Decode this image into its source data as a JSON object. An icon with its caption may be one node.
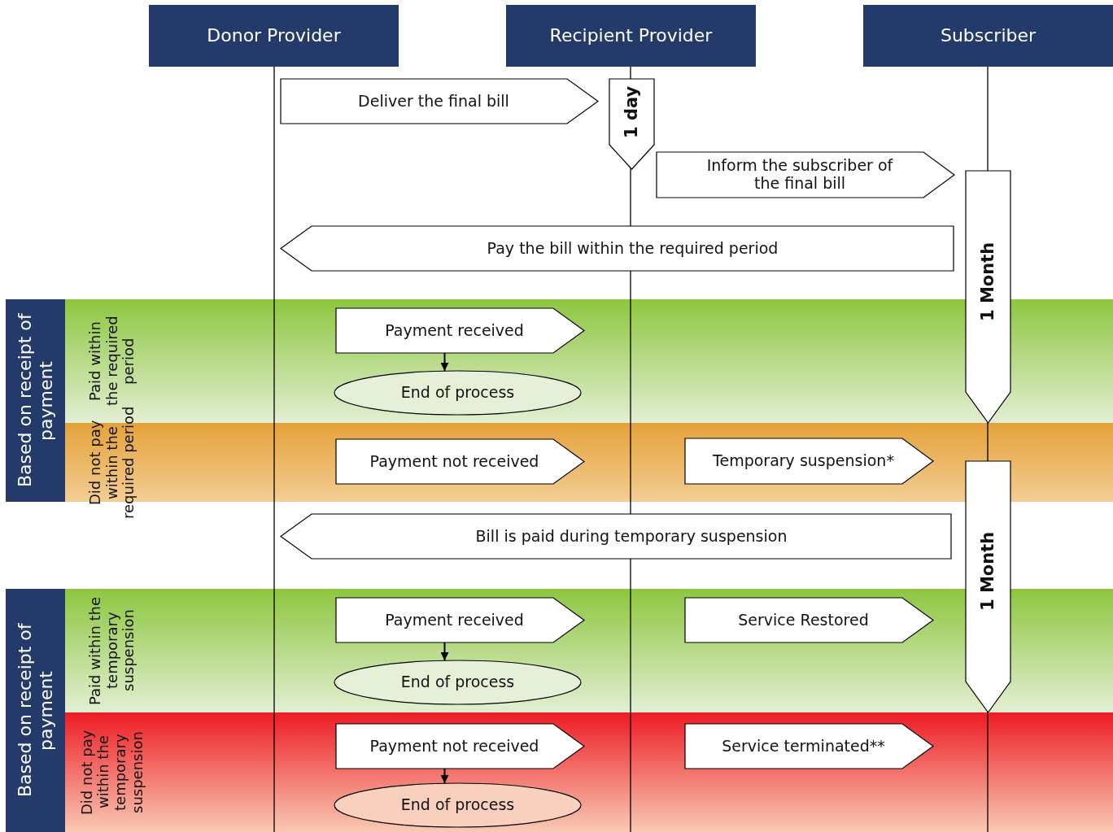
{
  "diagram": {
    "nodes": [
      {
        "text": [
          "Donor Provider"
        ]
      },
      {
        "text": [
          "Recipient Provider"
        ]
      },
      {
        "text": [
          "Subscriber"
        ]
      },
      {
        "text": [
          "Deliver the final bill"
        ]
      },
      {
        "text": [
          "1 day"
        ]
      },
      {
        "text": [
          "Inform the subscriber of the final bill"
        ]
      },
      {
        "text": [
          "1 Month"
        ]
      },
      {
        "text": [
          "Pay the bill within the required period"
        ]
      },
      {
        "text": [
          "Based on receipt of payment"
        ]
      },
      {
        "text": [
          "Paid within the required period"
        ]
      },
      {
        "text": [
          "Payment received"
        ],
        "in": 9
      },
      {
        "text": [
          "End of process"
        ],
        "in": 9
      },
      {
        "text": [
          "Did not pay within the required period"
        ]
      },
      {
        "text": [
          "Payment not received"
        ],
        "in": 12
      },
      {
        "text": [
          "Temporary suspension*"
        ],
        "in": 12
      },
      {
        "text": [
          "1 Month"
        ]
      },
      {
        "text": [
          "Bill is paid during temporary suspension"
        ]
      },
      {
        "text": [
          "Based on receipt of payment"
        ]
      },
      {
        "text": [
          "Paid within the temporary suspension"
        ]
      },
      {
        "text": [
          "Payment received"
        ],
        "in": 18
      },
      {
        "text": [
          "Service Restored"
        ],
        "in": 18
      },
      {
        "text": [
          "End of process"
        ],
        "in": 18
      },
      {
        "text": [
          "Did not pay within the temporary suspension"
        ]
      },
      {
        "text": [
          "Payment not received"
        ],
        "in": 22
      },
      {
        "text": [
          "Service terminated**"
        ],
        "in": 22
      },
      {
        "text": [
          "End of process"
        ],
        "in": 22
      }
    ],
    "edges": [
      {
        "from": 10,
        "to": 11,
        "arrow": "to"
      },
      {
        "from": 19,
        "to": 21,
        "arrow": "to"
      },
      {
        "from": 23,
        "to": 25,
        "arrow": "to"
      }
    ]
  }
}
